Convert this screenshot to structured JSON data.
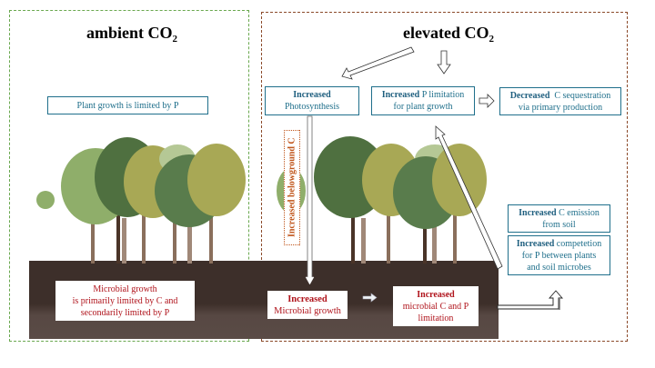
{
  "panels": {
    "ambient": {
      "title_main": "ambient CO",
      "title_sub": "2",
      "plant_box": "Plant growth is limited by P",
      "microbe_box": {
        "lines": [
          "Microbial growth",
          "is primarily limited by C and",
          "secondarily limited by P"
        ]
      }
    },
    "elevated": {
      "title_main": "elevated CO",
      "title_sub": "2",
      "photosynthesis_box": {
        "bold": "Increased",
        "text": "Photosynthesis"
      },
      "p_limitation_box": {
        "bold": "Increased",
        "text": "P limitation",
        "line2": "for plant growth"
      },
      "c_sequestration_box": {
        "bold": "Decreased",
        "text": "C sequestration",
        "line2": "via primary production"
      },
      "belowground_label": "Increased  belowground C",
      "microbial_growth_box": {
        "bold": "Increased",
        "text": "Microbial growth"
      },
      "microbial_limitation_box": {
        "bold": "Increased",
        "line1": "microbial C and P",
        "line2": "limitation"
      },
      "c_emission_box": {
        "bold": "Increased",
        "text": "C emission",
        "line2": "from soil"
      },
      "competition_box": {
        "bold": "Increased",
        "text": "competetion",
        "line2": "for P between plants",
        "line3": "and soil microbes"
      }
    }
  },
  "colors": {
    "ambient_border": "#6aa84f",
    "elevated_border": "#8b4a2a",
    "blue_text": "#1f6f8b",
    "red_text": "#b0141c",
    "label_orange": "#c0551b",
    "soil_dark": "#3e302b",
    "soil_light": "#5a4a45"
  }
}
